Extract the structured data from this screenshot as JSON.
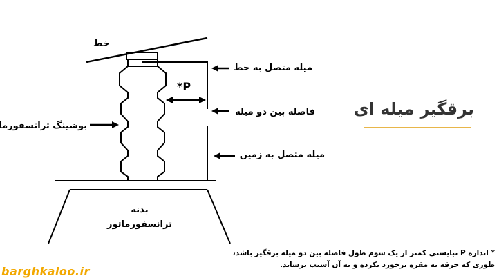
{
  "diagram": {
    "labels": {
      "line": "خط",
      "rod_to_line": "میله متصل به خط",
      "rod_gap": "فاصله بین دو میله",
      "rod_to_ground": "میله متصل به زمین",
      "gap_marker": "*P",
      "bushing": "بوشینگ ترانسفورماتور",
      "body_line1": "بدنه",
      "body_line2": "ترانسفورماتور"
    }
  },
  "title": "برقگیر میله ای",
  "note": {
    "line1": "* اندازه P نبایستی کمتر از یک سوم طول فاصله بین دو میله برقگیر باشد،",
    "line2": "طوری که جرقه به مقره برخورد نکرده و به آن آسیب نرساند."
  },
  "watermark": "barghkaloo.ir",
  "colors": {
    "title": "#333333",
    "accent": "#e8b64a",
    "watermark": "#f2a800"
  }
}
